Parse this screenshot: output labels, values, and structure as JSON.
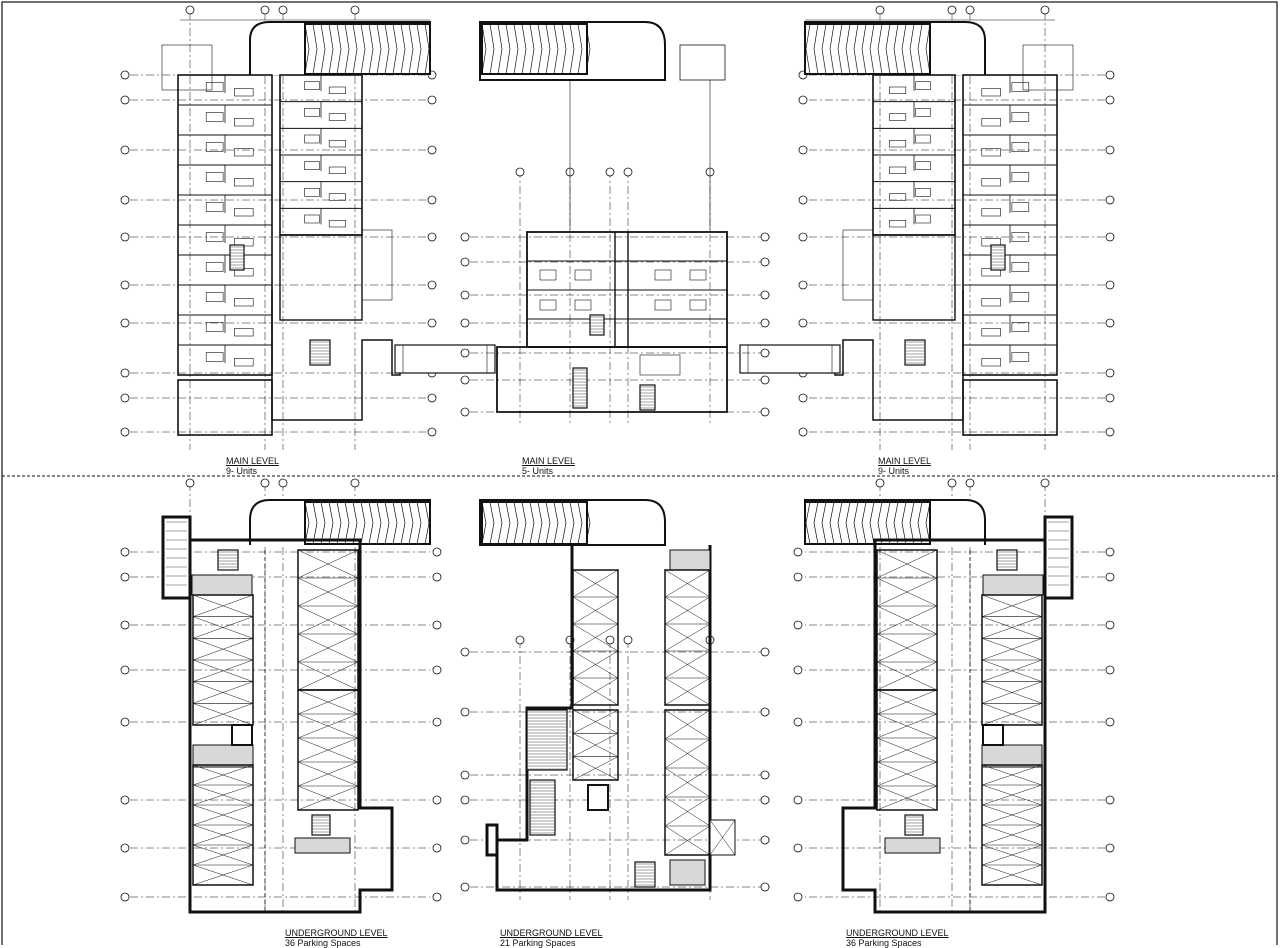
{
  "plans": [
    {
      "id": "main-left",
      "title": "MAIN LEVEL",
      "subtitle": "9- Units"
    },
    {
      "id": "main-center",
      "title": "MAIN LEVEL",
      "subtitle": "5- Units"
    },
    {
      "id": "main-right",
      "title": "MAIN LEVEL",
      "subtitle": "9- Units"
    },
    {
      "id": "underground-left",
      "title": "UNDERGROUND LEVEL",
      "subtitle": "36 Parking Spaces"
    },
    {
      "id": "underground-center",
      "title": "UNDERGROUND LEVEL",
      "subtitle": "21 Parking Spaces"
    },
    {
      "id": "underground-right",
      "title": "UNDERGROUND LEVEL",
      "subtitle": "36 Parking Spaces"
    }
  ],
  "colors": {
    "line": "#111111",
    "hatch": "#555555",
    "fill": "#d8d8d8"
  }
}
